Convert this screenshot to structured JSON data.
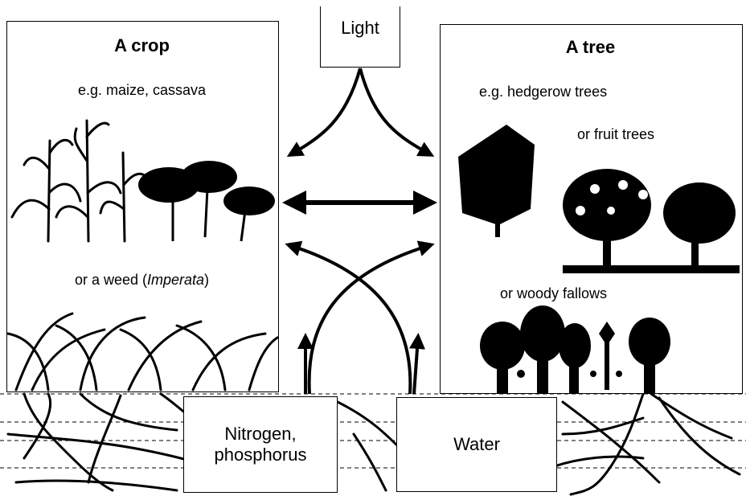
{
  "light_label": "Light",
  "crop": {
    "title": "A crop",
    "examples": "e.g. maize, cassava",
    "weed_prefix": "or a weed (",
    "weed_name": "Imperata",
    "weed_suffix": ")"
  },
  "tree": {
    "title": "A tree",
    "examples": "e.g. hedgerow trees",
    "fruit": "or fruit trees",
    "fallows": "or woody fallows"
  },
  "nutrients": {
    "line1": "Nitrogen,",
    "line2": "phosphorus"
  },
  "water_label": "Water"
}
